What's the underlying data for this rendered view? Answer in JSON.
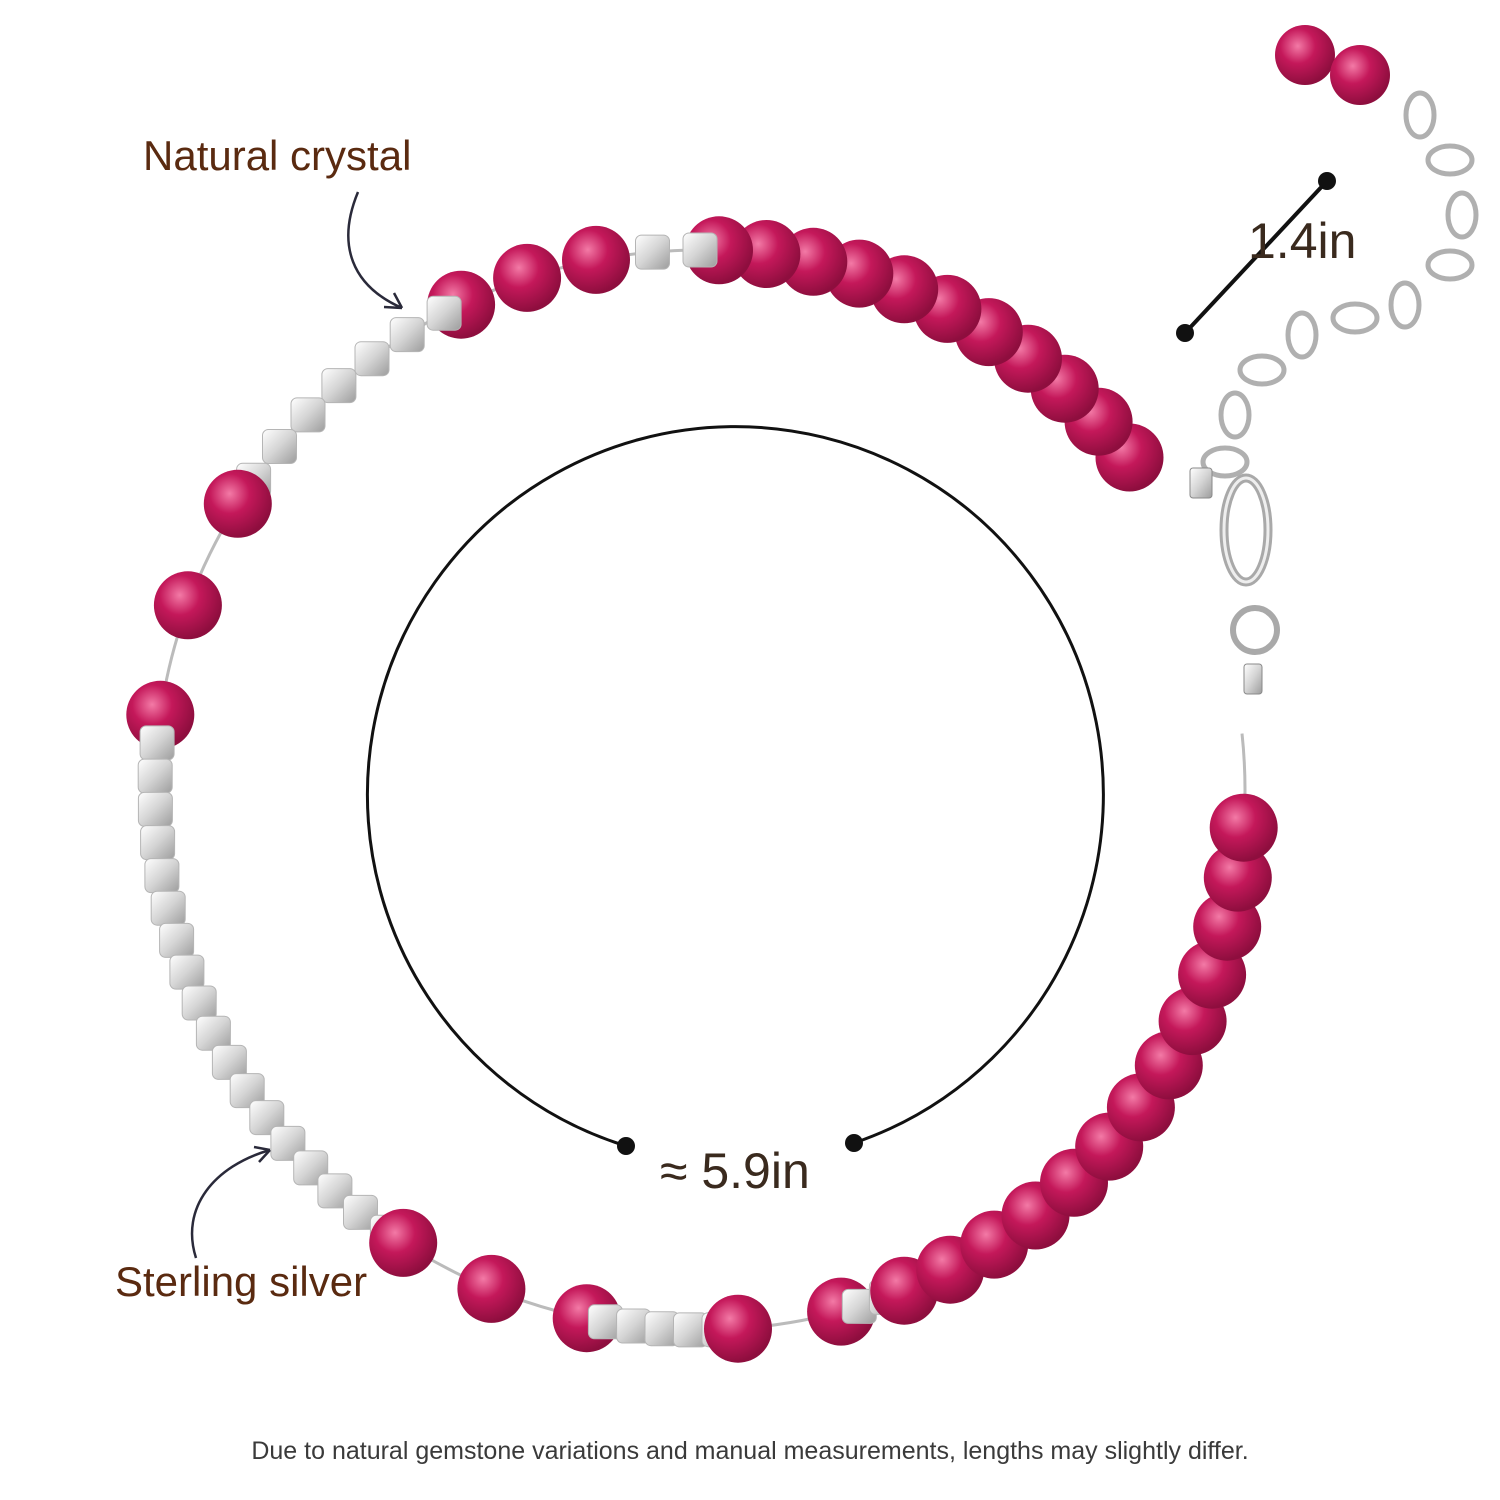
{
  "colors": {
    "label_text": "#5a2a10",
    "dimension_text": "#3a2a1e",
    "footnote_text": "#3a3a3a",
    "gem": "#c4185a",
    "gem_dark": "#8e0e3e",
    "silver": "#d8d8d8",
    "lines": "#111111"
  },
  "labels": {
    "crystal": "Natural crystal",
    "silver": "Sterling silver",
    "extender": "1.4in",
    "length": "≈ 5.9in"
  },
  "footnote": "Due to natural gemstone variations and manual measurements, lengths may slightly differ."
}
